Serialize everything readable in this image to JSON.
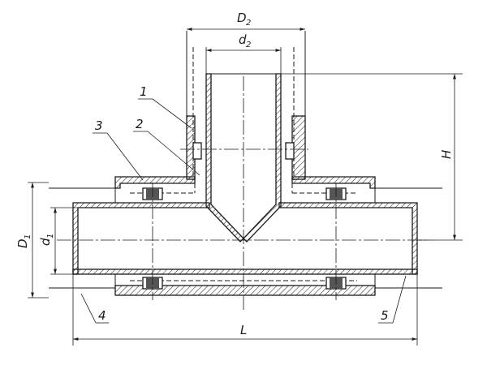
{
  "dimensions": {
    "D2": {
      "main": "D",
      "sub": "2"
    },
    "d2": {
      "main": "d",
      "sub": "2"
    },
    "H": {
      "main": "H"
    },
    "D1": {
      "main": "D",
      "sub": "1"
    },
    "d1": {
      "main": "d",
      "sub": "1"
    },
    "L": {
      "main": "L"
    }
  },
  "callouts": {
    "c1": "1",
    "c2": "2",
    "c3": "3",
    "c4": "4",
    "c5": "5"
  }
}
